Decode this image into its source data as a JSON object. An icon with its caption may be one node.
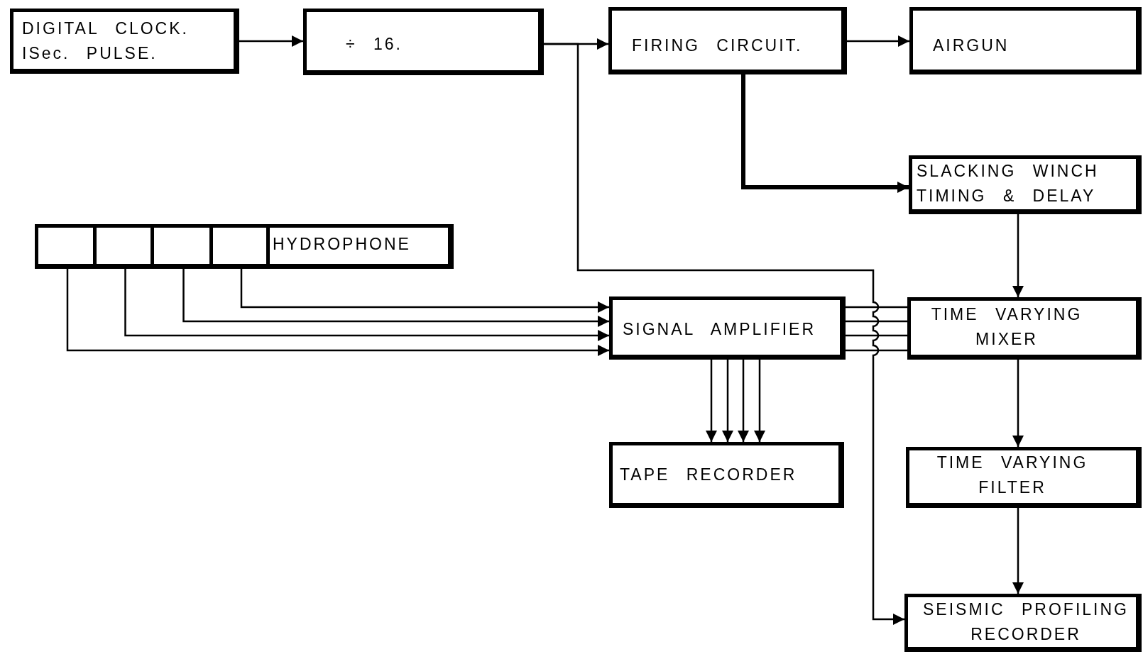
{
  "diagram": {
    "nodes": [
      {
        "text": [
          "DIGITAL CLOCK. ISec. PULSE."
        ]
      },
      {
        "text": [
          "÷ 16."
        ]
      },
      {
        "text": [
          "FIRING CIRCUIT."
        ]
      },
      {
        "text": [
          "AIRGUN"
        ]
      },
      {
        "text": [
          "SLACKING WINCH TIMING & DELAY"
        ]
      },
      {
        "text": [
          "HYDROPHONE"
        ]
      },
      {
        "text": [],
        "shape": "box",
        "in": 5
      },
      {
        "text": [],
        "shape": "box",
        "in": 5
      },
      {
        "text": [],
        "shape": "box",
        "in": 5
      },
      {
        "text": [],
        "shape": "box",
        "in": 5
      },
      {
        "text": [
          "SIGNAL AMPLIFIER"
        ]
      },
      {
        "text": [
          "TIME VARYING MIXER"
        ]
      },
      {
        "text": [
          "TAPE RECORDER"
        ]
      },
      {
        "text": [
          "TIME VARYING FILTER"
        ]
      },
      {
        "text": [
          "SEISMIC PROFILING RECORDER"
        ]
      }
    ],
    "edges": [
      {
        "from": 0,
        "to": 1,
        "arrow": "to"
      },
      {
        "from": 1,
        "to": 2,
        "arrow": "to"
      },
      {
        "from": 1,
        "to": 14,
        "arrow": "to"
      },
      {
        "from": 2,
        "to": 3,
        "arrow": "to"
      },
      {
        "from": 2,
        "to": 4,
        "arrow": "to",
        "style": "thick"
      },
      {
        "from": 4,
        "to": 11,
        "arrow": "to"
      },
      {
        "from": 9,
        "to": 10,
        "arrow": "to"
      },
      {
        "from": 8,
        "to": 10,
        "arrow": "to"
      },
      {
        "from": 7,
        "to": 10,
        "arrow": "to"
      },
      {
        "from": 6,
        "to": 10,
        "arrow": "to"
      },
      {
        "from": 10,
        "to": 11,
        "arrow": "none"
      },
      {
        "from": 10,
        "to": 11,
        "arrow": "none"
      },
      {
        "from": 10,
        "to": 11,
        "arrow": "none"
      },
      {
        "from": 10,
        "to": 11,
        "arrow": "none"
      },
      {
        "from": 10,
        "to": 12,
        "arrow": "to"
      },
      {
        "from": 10,
        "to": 12,
        "arrow": "to"
      },
      {
        "from": 10,
        "to": 12,
        "arrow": "to"
      },
      {
        "from": 10,
        "to": 12,
        "arrow": "to"
      },
      {
        "from": 11,
        "to": 13,
        "arrow": "to"
      },
      {
        "from": 13,
        "to": 14,
        "arrow": "to"
      }
    ]
  }
}
